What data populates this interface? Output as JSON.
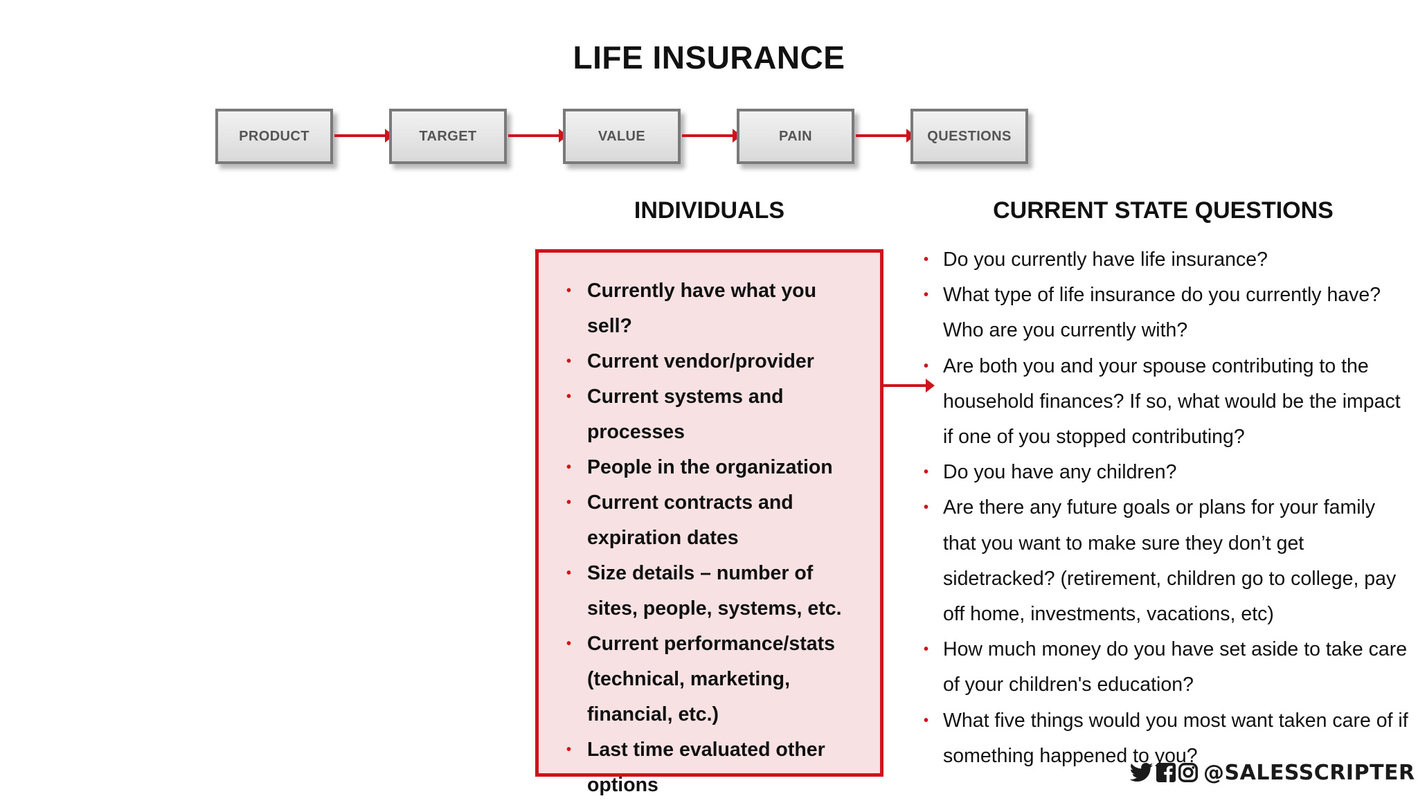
{
  "title": "LIFE INSURANCE",
  "flow_steps": [
    "PRODUCT",
    "TARGET",
    "VALUE",
    "PAIN",
    "QUESTIONS"
  ],
  "individuals": {
    "heading": "INDIVIDUALS",
    "items": [
      "Currently have what you sell?",
      "Current vendor/provider",
      "Current systems and processes",
      "People in the organization",
      "Current contracts and expiration dates",
      "Size details – number of sites, people, systems, etc.",
      "Current performance/stats (technical, marketing, financial, etc.)",
      "Last time evaluated other options"
    ]
  },
  "questions": {
    "heading": "CURRENT STATE QUESTIONS",
    "items": [
      "Do you currently have life insurance?",
      "What type of life insurance do you currently have? Who are you currently with?",
      "Are both you and your spouse contributing to the household finances? If so, what would be the impact if one of you stopped contributing?",
      "Do you have any children?",
      "Are there any future goals or plans for your family that you want to make sure they don’t get sidetracked? (retirement, children go to college, pay off home, investments, vacations, etc)",
      "How much money do you have set aside to take care of your children's education?",
      "What five things would you most want taken care of if something happened to you?"
    ]
  },
  "social": {
    "icons": [
      "twitter-icon",
      "facebook-icon",
      "instagram-icon"
    ],
    "handle": "@SALESSCRIPTER"
  },
  "colors": {
    "accent": "#d0121b",
    "box_fill": "#f7e1e3",
    "step_border": "#7a7a7a",
    "step_text": "#555555"
  }
}
